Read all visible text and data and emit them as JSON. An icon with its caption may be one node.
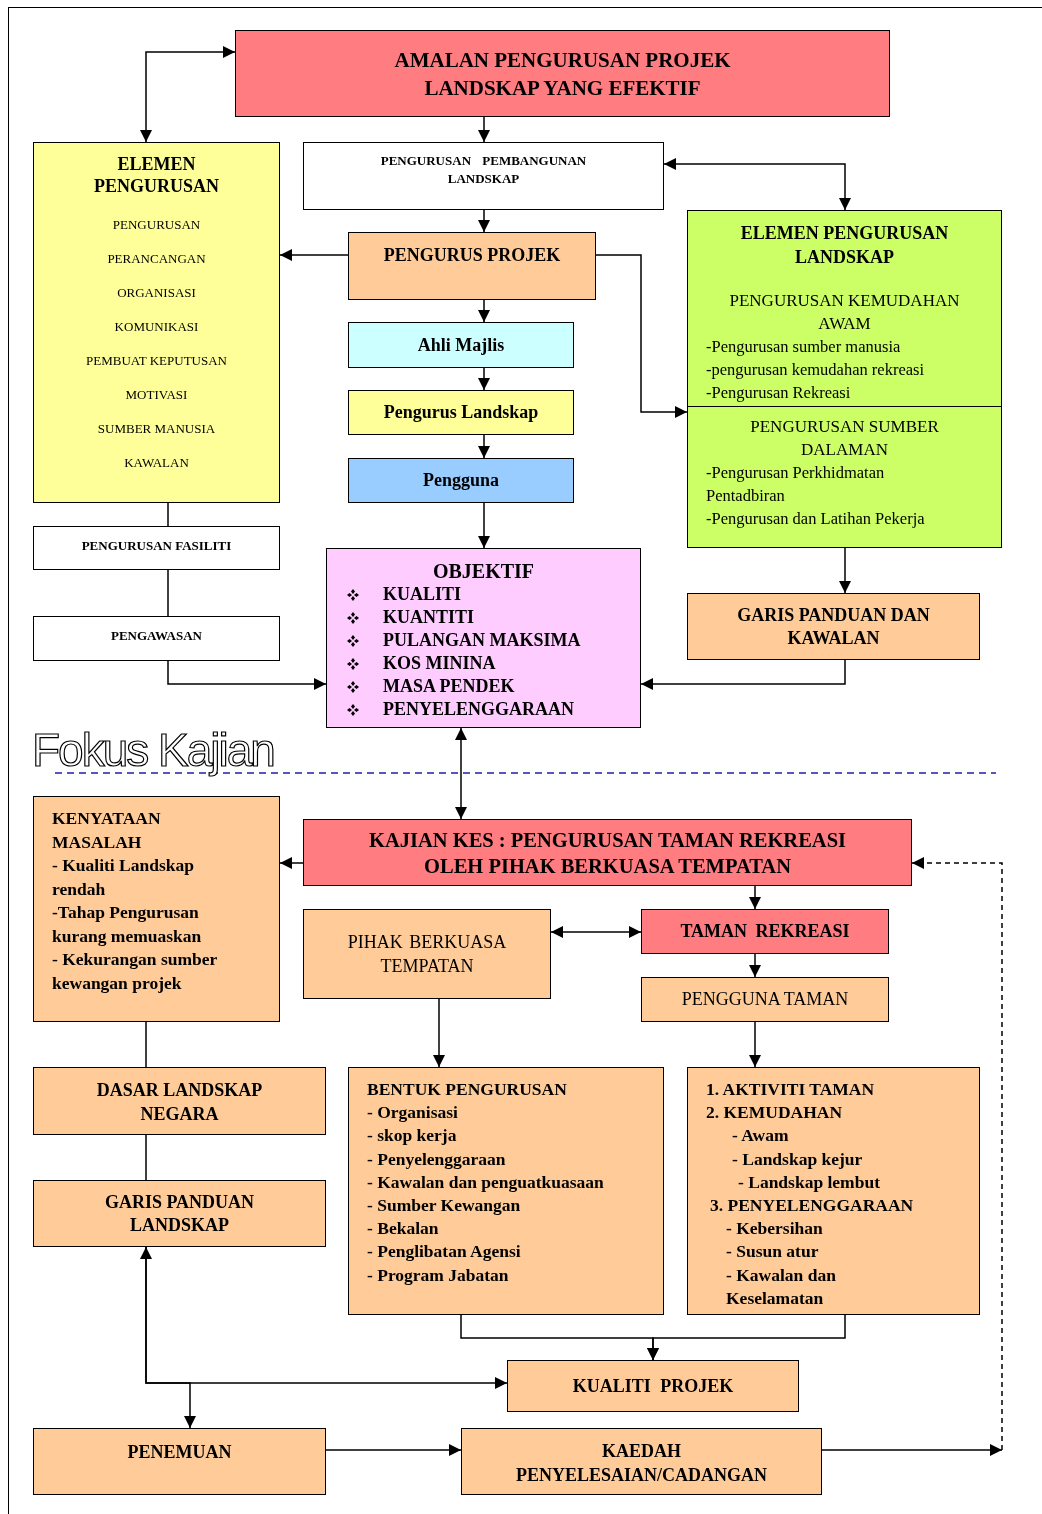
{
  "diagram": {
    "nodes": [
      {
        "text": [
          "AMALAN PENGURUSAN PROJEK LANDSKAP YANG EFEKTIF"
        ]
      },
      {
        "text": [
          "ELEMEN PENGURUSAN",
          "PENGURUSAN",
          "PERANCANGAN",
          "ORGANISASI",
          "KOMUNIKASI",
          "PEMBUAT KEPUTUSAN",
          "MOTIVASI",
          "SUMBER MANUSIA",
          "KAWALAN"
        ]
      },
      {
        "text": [
          "PENGURUSAN PEMBANGUNAN LANDSKAP"
        ]
      },
      {
        "text": [
          "PENGURUS PROJEK"
        ]
      },
      {
        "text": [
          "Ahli Majlis"
        ]
      },
      {
        "text": [
          "Pengurus Landskap"
        ]
      },
      {
        "text": [
          "Pengguna"
        ]
      },
      {
        "text": [
          "ELEMEN PENGURUSAN LANDSKAP",
          "PENGURUSAN KEMUDAHAN AWAM",
          "-Pengurusan sumber manusia",
          "-pengurusan kemudahan rekreasi",
          "-Pengurusan Rekreasi",
          "PENGURUSAN SUMBER DALAMAN",
          "-Pengurusan Perkhidmatan Pentadbiran",
          "-Pengurusan dan Latihan Pekerja"
        ]
      },
      {
        "text": [
          "PENGURUSAN FASILITI"
        ]
      },
      {
        "text": [
          "PENGAWASAN"
        ]
      },
      {
        "text": [
          "OBJEKTIF",
          "KUALITI",
          "KUANTITI",
          "PULANGAN MAKSIMA",
          "KOS MININA",
          "MASA PENDEK",
          "PENYELENGGARAAN"
        ]
      },
      {
        "text": [
          "GARIS PANDUAN DAN KAWALAN"
        ]
      },
      {
        "text": [
          "KAJIAN KES : PENGURUSAN TAMAN REKREASI OLEH PIHAK BERKUASA TEMPATAN"
        ]
      },
      {
        "text": [
          "KENYATAAN MASALAH",
          "- Kualiti Landskap rendah",
          "-Tahap Pengurusan kurang memuaskan",
          "- Kekurangan sumber kewangan projek"
        ]
      },
      {
        "text": [
          "PIHAK BERKUASA TEMPATAN"
        ]
      },
      {
        "text": [
          "TAMAN REKREASI"
        ]
      },
      {
        "text": [
          "PENGGUNA TAMAN"
        ]
      },
      {
        "text": [
          "DASAR LANDSKAP NEGARA"
        ]
      },
      {
        "text": [
          "BENTUK PENGURUSAN",
          "- Organisasi",
          "- skop kerja",
          "- Penyelenggaraan",
          "- Kawalan dan penguatkuasaan",
          "- Sumber Kewangan",
          "- Bekalan",
          "- Penglibatan Agensi",
          "- Program Jabatan"
        ]
      },
      {
        "text": [
          "1. AKTIVITI TAMAN",
          "2. KEMUDAHAN",
          "- Awam",
          "- Landskap kejur",
          "- Landskap lembut",
          "3. PENYELENGGARAAN",
          "- Kebersihan",
          "- Susun atur",
          "- Kawalan dan Keselamatan"
        ]
      },
      {
        "text": [
          "GARIS PANDUAN LANDSKAP"
        ]
      },
      {
        "text": [
          "KUALITI PROJEK"
        ]
      },
      {
        "text": [
          "PENEMUAN"
        ]
      },
      {
        "text": [
          "KAEDAH PENYELESAIAN/CADANGAN"
        ]
      }
    ],
    "edges": [
      {
        "from": 0,
        "to": 1,
        "arrow": "both"
      },
      {
        "from": 0,
        "to": 2,
        "arrow": "to"
      },
      {
        "from": 2,
        "to": 3,
        "arrow": "to"
      },
      {
        "from": 3,
        "to": 1,
        "arrow": "to"
      },
      {
        "from": 3,
        "to": 4,
        "arrow": "to"
      },
      {
        "from": 4,
        "to": 5,
        "arrow": "to"
      },
      {
        "from": 5,
        "to": 6,
        "arrow": "to"
      },
      {
        "from": 6,
        "to": 10,
        "arrow": "to"
      },
      {
        "from": 3,
        "to": 7,
        "arrow": "to"
      },
      {
        "from": 2,
        "to": 7,
        "arrow": "both"
      },
      {
        "from": 1,
        "to": 8,
        "arrow": "none"
      },
      {
        "from": 8,
        "to": 9,
        "arrow": "none"
      },
      {
        "from": 9,
        "to": 10,
        "arrow": "to"
      },
      {
        "from": 7,
        "to": 11,
        "arrow": "to"
      },
      {
        "from": 11,
        "to": 10,
        "arrow": "to"
      },
      {
        "from": 10,
        "to": 12,
        "arrow": "both"
      },
      {
        "from": 12,
        "to": 13,
        "arrow": "to"
      },
      {
        "from": 12,
        "to": 15,
        "arrow": "to"
      },
      {
        "from": 14,
        "to": 15,
        "arrow": "both"
      },
      {
        "from": 15,
        "to": 16,
        "arrow": "to"
      },
      {
        "from": 14,
        "to": 18,
        "arrow": "to"
      },
      {
        "from": 16,
        "to": 19,
        "arrow": "to"
      },
      {
        "from": 13,
        "to": 17,
        "arrow": "none"
      },
      {
        "from": 17,
        "to": 20,
        "arrow": "none"
      },
      {
        "from": 18,
        "to": 21,
        "arrow": "to"
      },
      {
        "from": 19,
        "to": 21,
        "arrow": "to"
      },
      {
        "from": 20,
        "to": 21,
        "arrow": "both"
      },
      {
        "from": 20,
        "to": 22,
        "arrow": "to"
      },
      {
        "from": 22,
        "to": 23,
        "arrow": "to"
      },
      {
        "from": 23,
        "to": null,
        "arrow": "to"
      },
      {
        "from": null,
        "to": 12,
        "arrow": "to",
        "style": "dashed"
      }
    ],
    "labels": [
      "Fokus Kajian"
    ]
  }
}
